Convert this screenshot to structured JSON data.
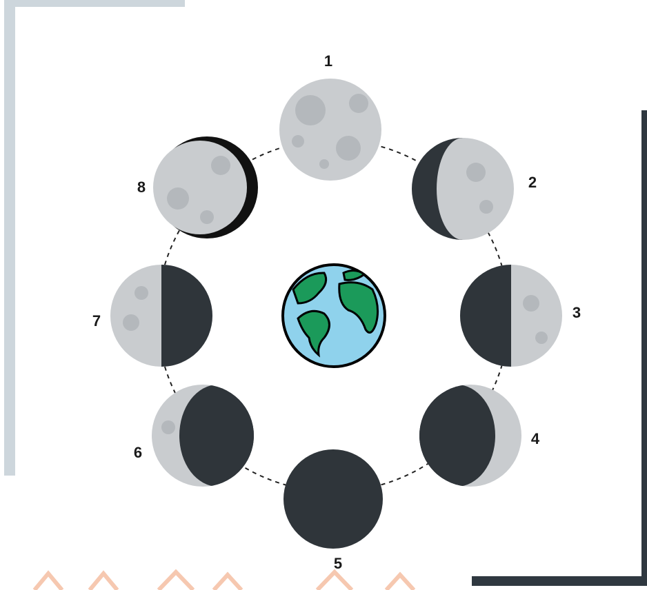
{
  "colors": {
    "moon_light": "#c9cccf",
    "moon_dark": "#2f353a",
    "ocean": "#8fd2ec",
    "land": "#1b9a5a",
    "frame_light": "#cdd6dc",
    "frame_dark": "#2f3840"
  },
  "phases": [
    {
      "label": "1",
      "lit": "full"
    },
    {
      "label": "2",
      "lit": "waning-gibbous"
    },
    {
      "label": "3",
      "lit": "right-half"
    },
    {
      "label": "4",
      "lit": "crescent-right"
    },
    {
      "label": "5",
      "lit": "new"
    },
    {
      "label": "6",
      "lit": "crescent-left"
    },
    {
      "label": "7",
      "lit": "left-half"
    },
    {
      "label": "8",
      "lit": "gibbous-left"
    }
  ],
  "center": {
    "icon": "earth-icon"
  }
}
